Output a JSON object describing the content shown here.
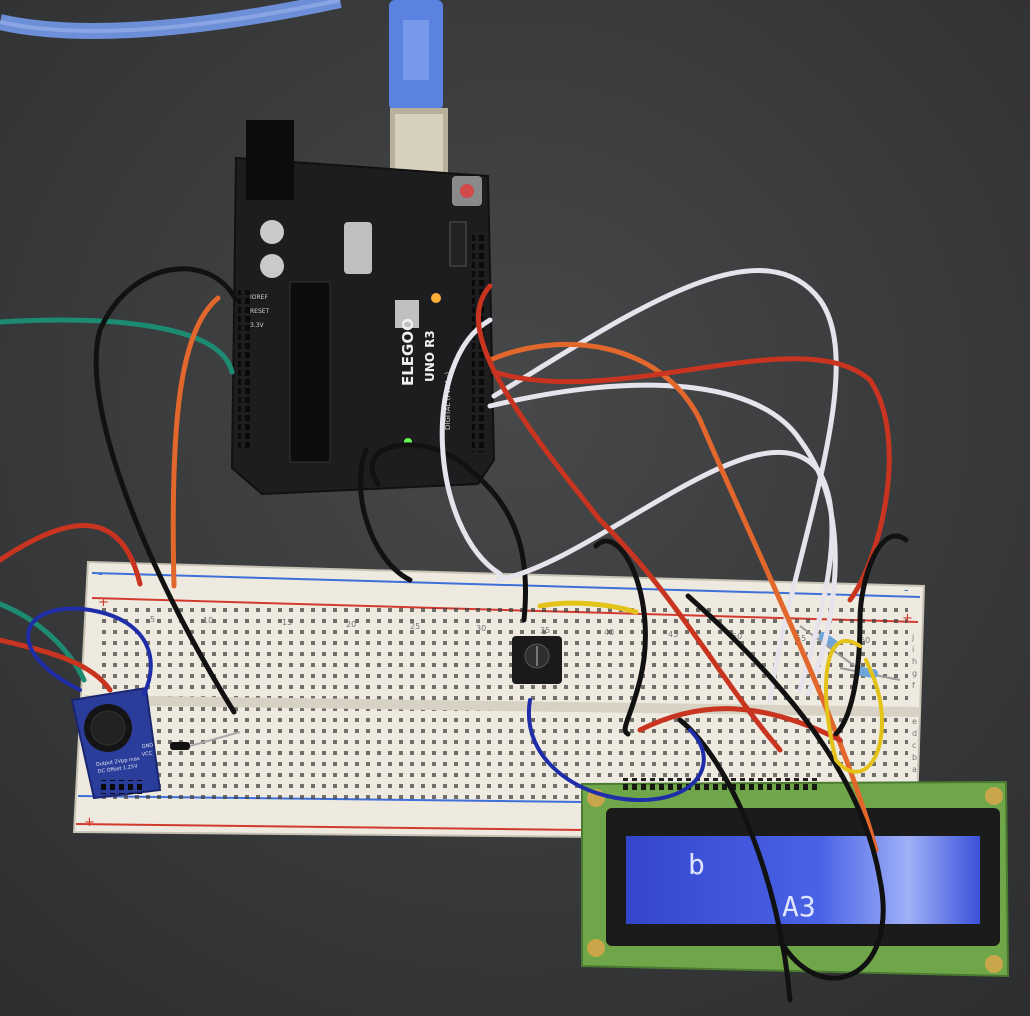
{
  "board": {
    "brand": "ELEGOO",
    "model": "UNO R3",
    "label_ioref": "IOREF",
    "label_reset": "RESET",
    "label_33v": "3.3V",
    "label_digital": "DIGITAL (PWM~)"
  },
  "mic_module": {
    "line1": "Output 2Vpp max",
    "line2": "DC Offset 1.25V",
    "line3": "GND",
    "line4": "VCC"
  },
  "lcd": {
    "row1": "b",
    "row2": "A3"
  },
  "breadboard": {
    "plus_sign": "+",
    "minus_sign": "-",
    "col_5": "5",
    "col_10": "10",
    "col_15": "15",
    "col_20": "20",
    "col_25": "25",
    "col_30": "30",
    "col_35": "35",
    "col_40": "40",
    "col_45": "45",
    "col_50": "50",
    "col_55": "55",
    "col_60": "60",
    "row_a": "a",
    "row_b": "b",
    "row_c": "c",
    "row_d": "d",
    "row_e": "e",
    "row_f": "f",
    "row_g": "g",
    "row_h": "h",
    "row_i": "i",
    "row_j": "j"
  },
  "colors": {
    "surface": "#3b3c3e",
    "breadboard": "#eeeae0",
    "arduino": "#1d1d1f",
    "lcd_pcb": "#6fa64a",
    "lcd_screen": "#3a4fd8",
    "mic_pcb": "#2a3d9a",
    "wire_black": "#111111",
    "wire_red": "#c8341f",
    "wire_orange": "#e2672c",
    "wire_white": "#e6e3ec",
    "wire_green": "#1d8a72",
    "wire_blue": "#1f2ea8",
    "wire_yellow": "#e3c21a",
    "usb_cable": "#6d8fd8"
  }
}
